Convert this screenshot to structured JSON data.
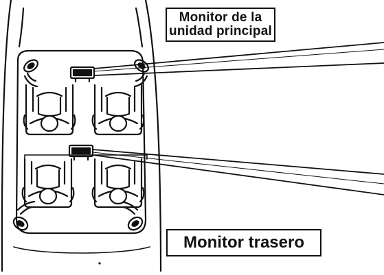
{
  "labels": {
    "main_monitor_line1": "Monitor de la",
    "main_monitor_line2": "unidad principal",
    "rear_monitor": "Monitor trasero"
  },
  "colors": {
    "ink": "#111111",
    "background": "#ffffff"
  },
  "icons": {
    "front_monitor": "monitor-icon",
    "rear_monitor": "monitor-icon",
    "speakers": "speaker-icon",
    "seats": "seat-with-person-icon"
  }
}
